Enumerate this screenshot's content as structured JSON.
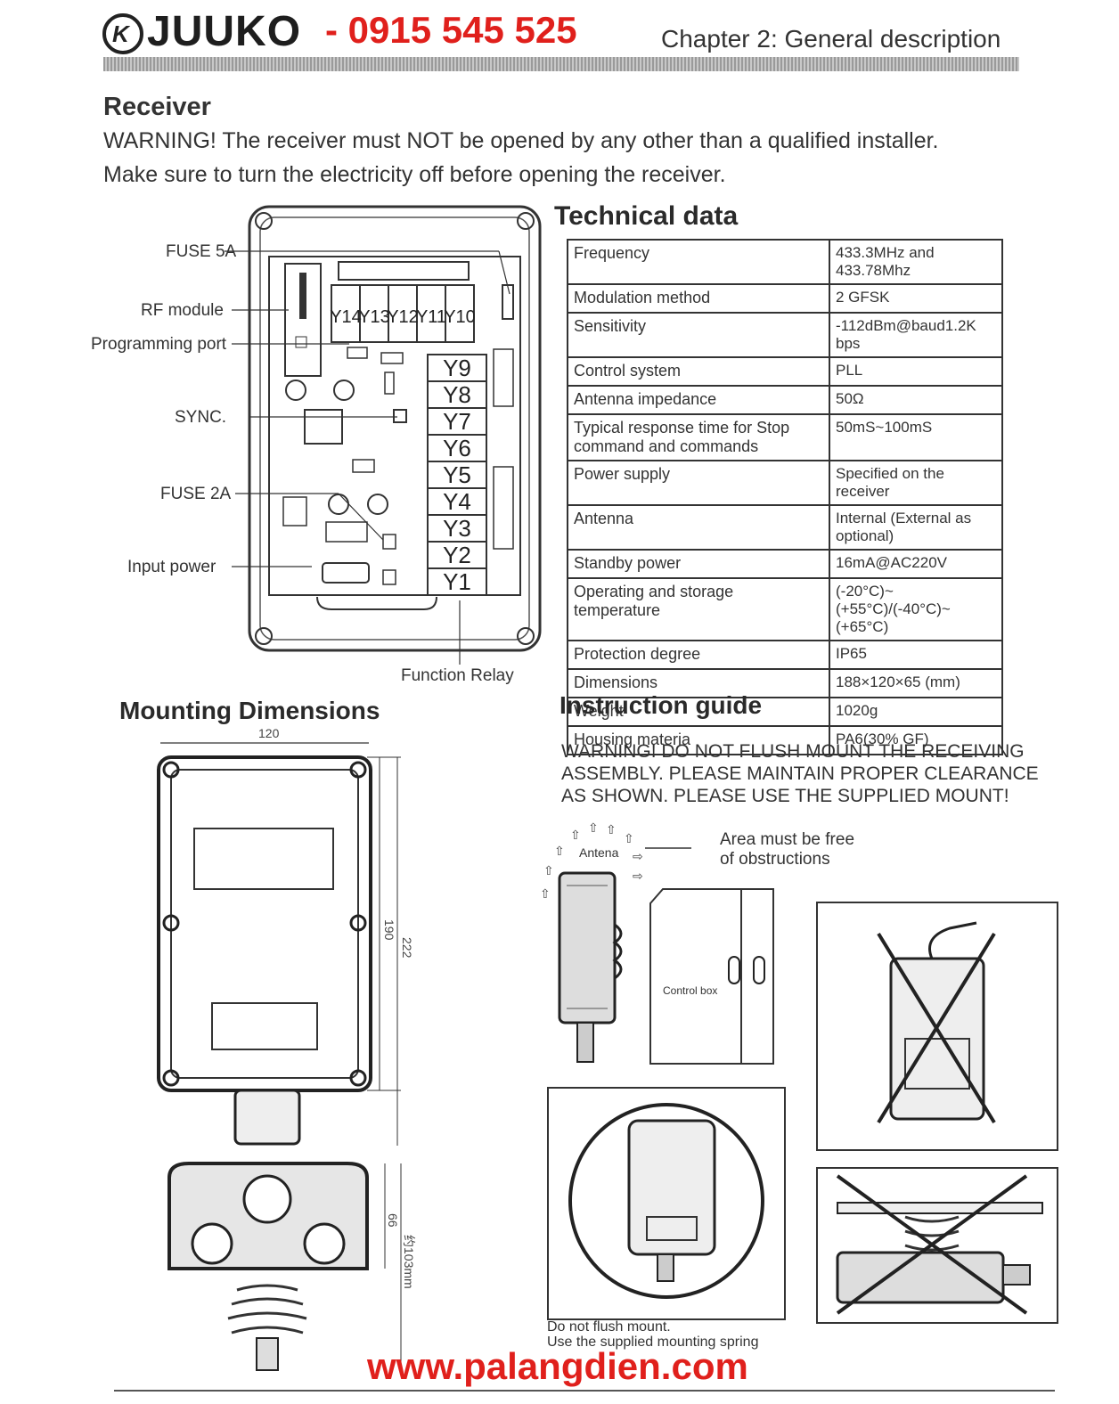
{
  "header": {
    "brand": "JUUKO",
    "phone": "- 0915 545 525",
    "chapter": "Chapter 2: General description"
  },
  "receiver": {
    "title": "Receiver",
    "warning_line1": "WARNING! The receiver must NOT be opened by any other than a qualified installer.",
    "warning_line2": "Make sure to turn the electricity off before opening the receiver.",
    "labels": {
      "fuse5a": "FUSE 5A",
      "rf_module": "RF module",
      "programming_port": "Programming port",
      "sync": "SYNC.",
      "fuse2a": "FUSE 2A",
      "input_power": "Input power",
      "function_relay": "Function Relay"
    },
    "relays_top": [
      "Y14",
      "Y13",
      "Y12",
      "Y11",
      "Y10"
    ],
    "relays_side": [
      "Y9",
      "Y8",
      "Y7",
      "Y6",
      "Y5",
      "Y4",
      "Y3",
      "Y2",
      "Y1"
    ]
  },
  "technical_data": {
    "title": "Technical data",
    "rows": [
      {
        "key": "Frequency",
        "value": "433.3MHz and 433.78Mhz"
      },
      {
        "key": "Modulation method",
        "value": "2 GFSK"
      },
      {
        "key": "Sensitivity",
        "value": "-112dBm@baud1.2K bps"
      },
      {
        "key": "Control system",
        "value": "PLL"
      },
      {
        "key": "Antenna impedance",
        "value": "50Ω"
      },
      {
        "key": "Typical response time for Stop command and commands",
        "value": "50mS~100mS"
      },
      {
        "key": "Power supply",
        "value": "Specified on the receiver"
      },
      {
        "key": "Antenna",
        "value": "Internal (External as optional)"
      },
      {
        "key": "Standby power",
        "value": "16mA@AC220V"
      },
      {
        "key": "Operating and storage temperature",
        "value": "(-20°C)~(+55°C)/(-40°C)~(+65°C)"
      },
      {
        "key": "Protection degree",
        "value": "IP65"
      },
      {
        "key": "Dimensions",
        "value": "188×120×65 (mm)"
      },
      {
        "key": "Weight",
        "value": "1020g"
      },
      {
        "key": "Housing materia",
        "value": "PA6(30% GF)"
      }
    ]
  },
  "mounting": {
    "title": "Mounting Dimensions",
    "dims": {
      "top": "120",
      "inner": "190",
      "outer": "222",
      "depth": "66",
      "height": "约103mm"
    }
  },
  "instruction": {
    "title": "Instruction guide",
    "warning_line1": "WARNING! DO NOT FLUSH MOUNT THE RECEIVING",
    "warning_line2": "ASSEMBLY. PLEASE MAINTAIN PROPER CLEARANCE",
    "warning_line3": "AS SHOWN. PLEASE USE THE SUPPLIED MOUNT!",
    "antenna_label": "Antena",
    "area_line1": "Area must be free",
    "area_line2": "of obstructions",
    "control_box": "Control box",
    "caption_line1": "Do not flush mount.",
    "caption_line2": "Use the supplied mounting spring"
  },
  "footer": {
    "website": "www.palangdien.com"
  }
}
